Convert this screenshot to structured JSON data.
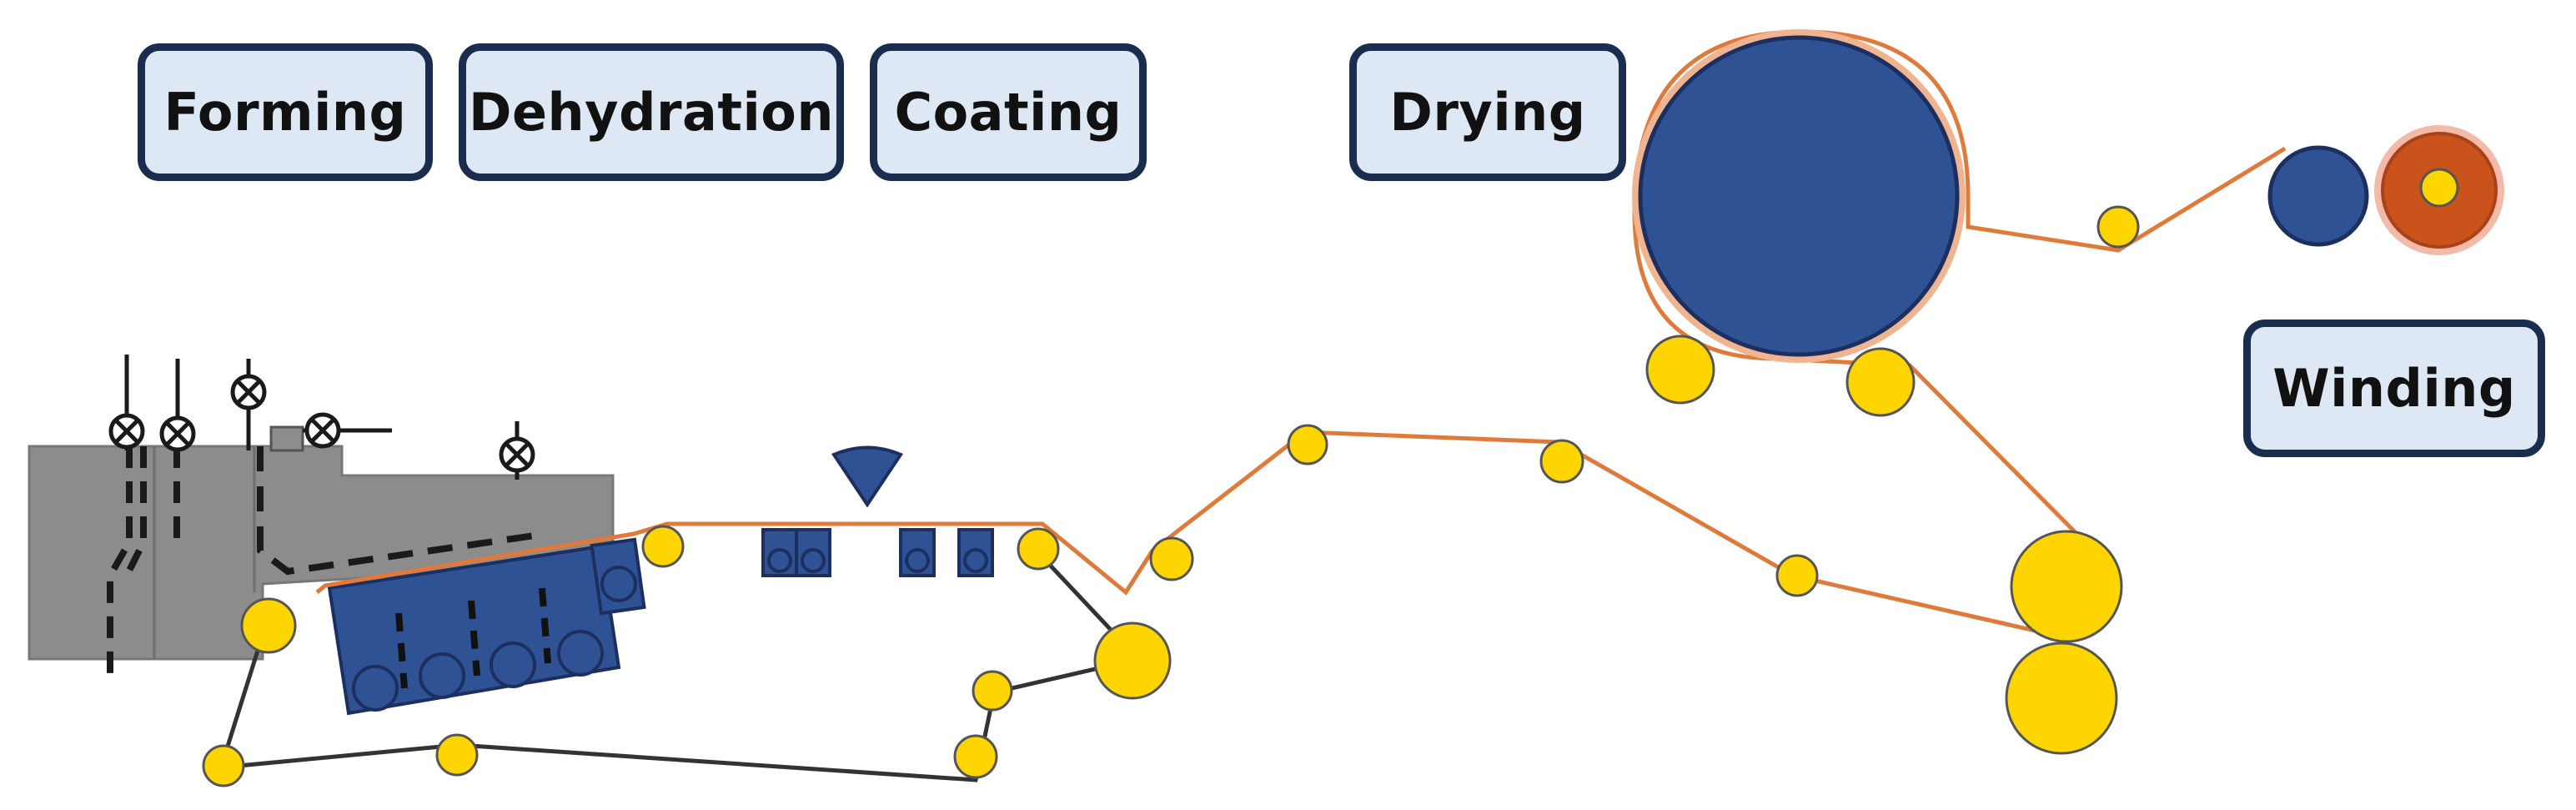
{
  "diagram": {
    "stages": {
      "forming": "Forming",
      "dehydration": "Dehydration",
      "coating": "Coating",
      "drying": "Drying",
      "winding": "Winding"
    }
  },
  "colors": {
    "label_fill": "#dde8f4",
    "label_border": "#1b2d4f",
    "roller_yellow": "#ffd500",
    "roller_outline": "#555555",
    "dryer_blue": "#2e5294",
    "headbox_gray": "#8c8c8c",
    "paper_web_orange": "#e07a3a",
    "wire_line": "#333333",
    "reel_orange": "#c9531a"
  },
  "icons": [
    "valve-icon",
    "coating-nozzle-icon",
    "roller-icon",
    "drying-cylinder-icon",
    "reel-icon"
  ]
}
